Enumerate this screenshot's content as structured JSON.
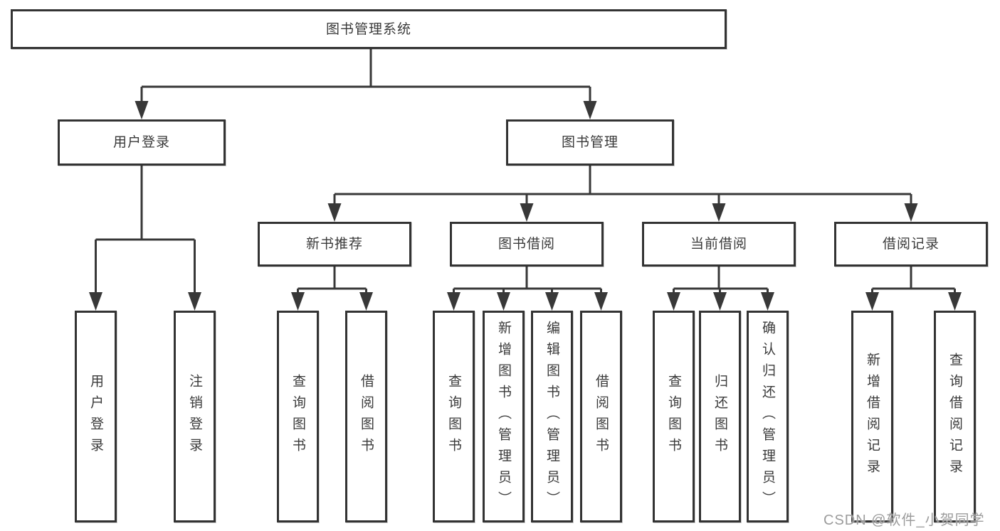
{
  "diagram": {
    "title_node": "图书管理系统",
    "type": "functional-structure-tree"
  },
  "nodes": {
    "root": "图书管理系统",
    "l2": [
      "用户登录",
      "图书管理"
    ],
    "l3": [
      "新书推荐",
      "图书借阅",
      "当前借阅",
      "借阅记录"
    ],
    "leaves": {
      "userLogin": [
        "用户登录",
        "注销登录"
      ],
      "newBooks": [
        "查询图书",
        "借阅图书"
      ],
      "borrow": [
        "查询图书",
        "新增图书（管理员）",
        "编辑图书（管理员）",
        "借阅图书"
      ],
      "current": [
        "查询图书",
        "归还图书",
        "确认归还（管理员）"
      ],
      "records": [
        "新增借阅记录",
        "查询借阅记录"
      ]
    }
  },
  "watermark": "CSDN @软件_小贺同学",
  "colors": {
    "background": "#ffffff",
    "box_border": "#333333",
    "connector_line": "#383838",
    "text": "#3a3a3a",
    "watermark_text": "#9c9c9c"
  }
}
